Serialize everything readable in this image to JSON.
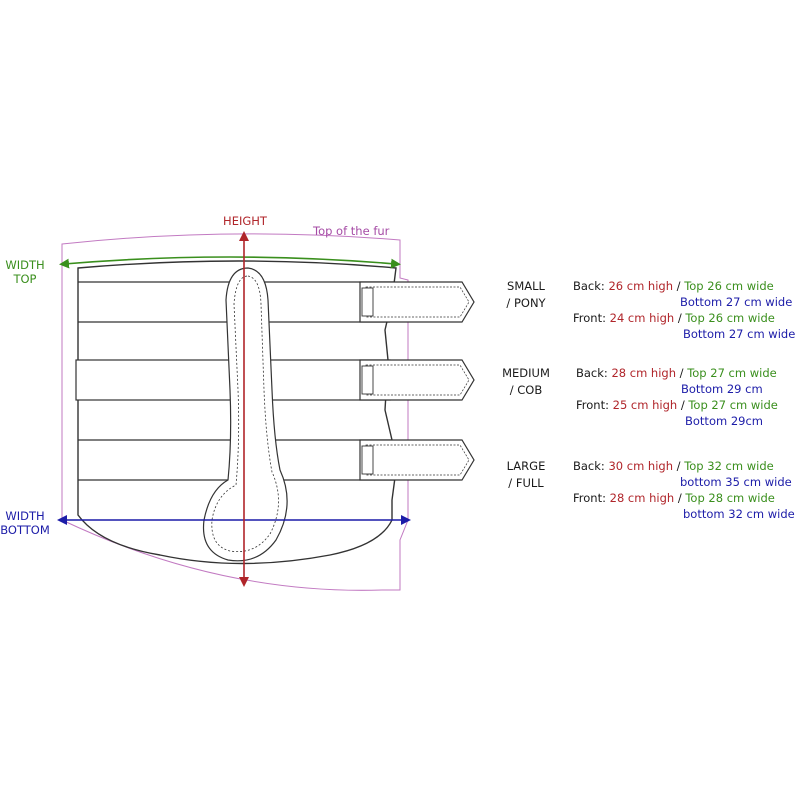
{
  "colors": {
    "height": "#b0252a",
    "width_top": "#3a8f1d",
    "width_bottom": "#1c1ca8",
    "fur": "#a64ca6",
    "outline": "#333333"
  },
  "labels": {
    "height": "HEIGHT",
    "top_of_fur": "Top of the fur",
    "width_top_1": "WIDTH",
    "width_top_2": "TOP",
    "width_bottom_1": "WIDTH",
    "width_bottom_2": "BOTTOM"
  },
  "sizes": [
    {
      "name_1": "SMALL",
      "name_2": "/ PONY",
      "back_label": "Back:",
      "back_high": "26 cm high",
      "back_top": "Top 26 cm wide",
      "back_bottom": "Bottom  27 cm wide",
      "front_label": "Front:",
      "front_high": "24 cm high",
      "front_top": "Top 26 cm wide",
      "front_bottom": "Bottom 27 cm wide"
    },
    {
      "name_1": "MEDIUM",
      "name_2": "/ COB",
      "back_label": "Back:",
      "back_high": "28 cm high",
      "back_top": "Top 27 cm wide",
      "back_bottom": "Bottom 29 cm",
      "front_label": "Front:",
      "front_high": "25 cm high",
      "front_top": "Top 27 cm wide",
      "front_bottom": "Bottom 29cm"
    },
    {
      "name_1": "LARGE",
      "name_2": "/ FULL",
      "back_label": "Back:",
      "back_high": "30 cm high",
      "back_top": "Top 32 cm wide",
      "back_bottom": "bottom 35 cm wide",
      "front_label": "Front:",
      "front_high": "28 cm high",
      "front_top": "Top 28 cm wide",
      "front_bottom": "bottom 32 cm wide"
    }
  ]
}
